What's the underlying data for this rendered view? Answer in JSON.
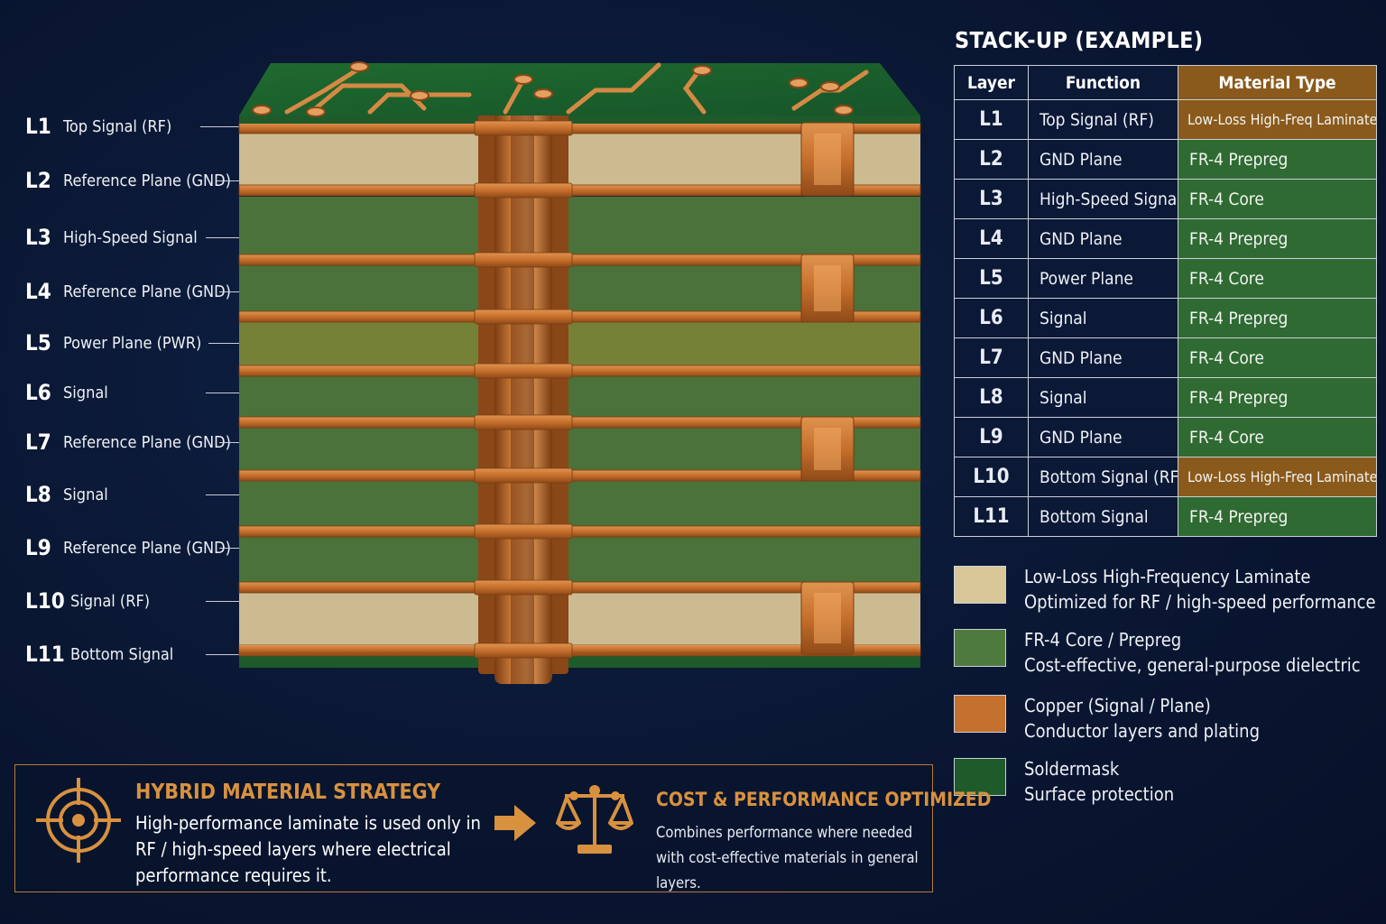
{
  "layers": [
    {
      "id": "L1",
      "label": "Top Signal (RF)"
    },
    {
      "id": "L2",
      "label": "Reference Plane (GND)"
    },
    {
      "id": "L3",
      "label": "High-Speed Signal"
    },
    {
      "id": "L4",
      "label": "Reference Plane (GND)"
    },
    {
      "id": "L5",
      "label": "Power Plane (PWR)"
    },
    {
      "id": "L6",
      "label": "Signal"
    },
    {
      "id": "L7",
      "label": "Reference Plane (GND)"
    },
    {
      "id": "L8",
      "label": "Signal"
    },
    {
      "id": "L9",
      "label": "Reference Plane (GND)"
    },
    {
      "id": "L10",
      "label": "Signal (RF)"
    },
    {
      "id": "L11",
      "label": "Bottom Signal"
    }
  ],
  "stackup": {
    "title": "STACK-UP (EXAMPLE)",
    "headers": {
      "layer": "Layer",
      "function": "Function",
      "material": "Material Type"
    },
    "rows": [
      {
        "layer": "L1",
        "function": "Top Signal (RF)",
        "material": "Low-Loss High-Freq Laminate",
        "kind": "gold"
      },
      {
        "layer": "L2",
        "function": "GND Plane",
        "material": "FR-4 Prepreg",
        "kind": "green"
      },
      {
        "layer": "L3",
        "function": "High-Speed Signal",
        "material": "FR-4 Core",
        "kind": "green"
      },
      {
        "layer": "L4",
        "function": "GND Plane",
        "material": "FR-4 Prepreg",
        "kind": "green"
      },
      {
        "layer": "L5",
        "function": "Power Plane",
        "material": "FR-4 Core",
        "kind": "green"
      },
      {
        "layer": "L6",
        "function": "Signal",
        "material": "FR-4 Prepreg",
        "kind": "green"
      },
      {
        "layer": "L7",
        "function": "GND Plane",
        "material": "FR-4 Core",
        "kind": "green"
      },
      {
        "layer": "L8",
        "function": "Signal",
        "material": "FR-4 Prepreg",
        "kind": "green"
      },
      {
        "layer": "L9",
        "function": "GND Plane",
        "material": "FR-4 Core",
        "kind": "green"
      },
      {
        "layer": "L10",
        "function": "Bottom Signal (RF)",
        "material": "Low-Loss High-Freq Laminate",
        "kind": "gold"
      },
      {
        "layer": "L11",
        "function": "Bottom Signal",
        "material": "FR-4 Prepreg",
        "kind": "green"
      }
    ]
  },
  "legend": [
    {
      "title": "Low-Loss High-Frequency Laminate",
      "desc": "Optimized for RF / high-speed performance",
      "color": "#d9c79a"
    },
    {
      "title": "FR-4 Core / Prepreg",
      "desc": "Cost-effective, general-purpose dielectric",
      "color": "#4f7a3e"
    },
    {
      "title": "Copper (Signal / Plane)",
      "desc": "Conductor layers and plating",
      "color": "#c4702f"
    },
    {
      "title": "Soldermask",
      "desc": "Surface protection",
      "color": "#1f5a2a"
    }
  ],
  "strategy": {
    "title": "HYBRID MATERIAL STRATEGY",
    "body": "High-performance laminate is used only in RF / high-speed layers where electrical performance requires it.",
    "result_title": "COST & PERFORMANCE OPTIMIZED",
    "result_body": "Combines performance where needed with cost-effective materials in general layers."
  },
  "colors": {
    "laminate": "#d9c79a",
    "fr4": "#4f7a3e",
    "fr4_yellow": "#7e8a3c",
    "copper": "#c4702f",
    "soldermask": "#1f5a2a",
    "accent": "#d8913f"
  }
}
